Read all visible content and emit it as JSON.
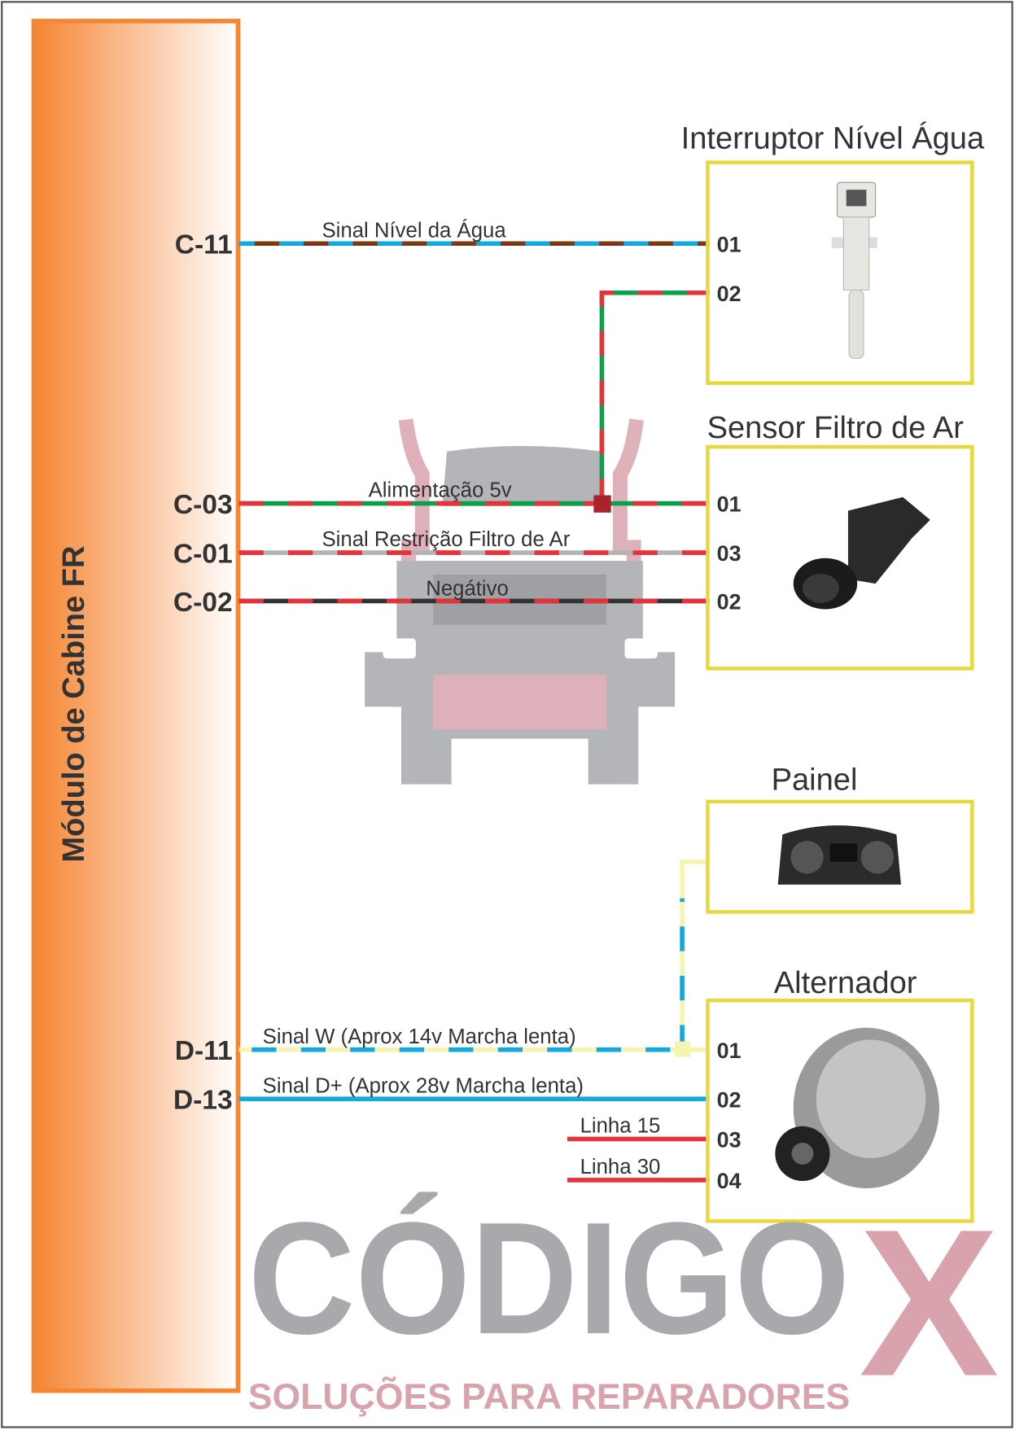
{
  "module": {
    "title": "Módulo de Cabine FR"
  },
  "colors": {
    "orange": "#f58634",
    "box": "#e8d83c",
    "blue": "#14a8e0",
    "brown": "#7b3b12",
    "green": "#0aa04e",
    "red": "#e8323a",
    "gray": "#b4b4b4",
    "black": "#333333",
    "yellow": "#f7f3b0"
  },
  "watermark": {
    "brand": "CÓDIGO",
    "brand_x": "X",
    "tagline": "SOLUÇÕES PARA REPARADORES"
  },
  "components": [
    {
      "title": "Interruptor Nível Água",
      "pins": [
        "01",
        "02"
      ]
    },
    {
      "title": "Sensor Filtro de Ar",
      "pins": [
        "01",
        "03",
        "02"
      ]
    },
    {
      "title": "Painel",
      "pins": []
    },
    {
      "title": "Alternador",
      "pins": [
        "01",
        "02",
        "03",
        "04"
      ]
    }
  ],
  "wires": [
    {
      "module_pin": "C-11",
      "label": "Sinal Nível da Água",
      "colors": "blue/brown"
    },
    {
      "module_pin": "C-03",
      "label": "Alimentação 5v",
      "colors": "green/red"
    },
    {
      "module_pin": "C-01",
      "label": "Sinal Restrição Filtro de Ar",
      "colors": "gray/red"
    },
    {
      "module_pin": "C-02",
      "label": "Negátivo",
      "colors": "black/red"
    },
    {
      "module_pin": "D-11",
      "label": "Sinal W  (Aprox 14v Marcha lenta)",
      "colors": "yellow/blue"
    },
    {
      "module_pin": "D-13",
      "label": "Sinal D+  (Aprox 28v Marcha lenta)",
      "colors": "blue"
    },
    {
      "module_pin": "",
      "label": "Linha 15",
      "colors": "red"
    },
    {
      "module_pin": "",
      "label": "Linha 30",
      "colors": "red"
    }
  ]
}
